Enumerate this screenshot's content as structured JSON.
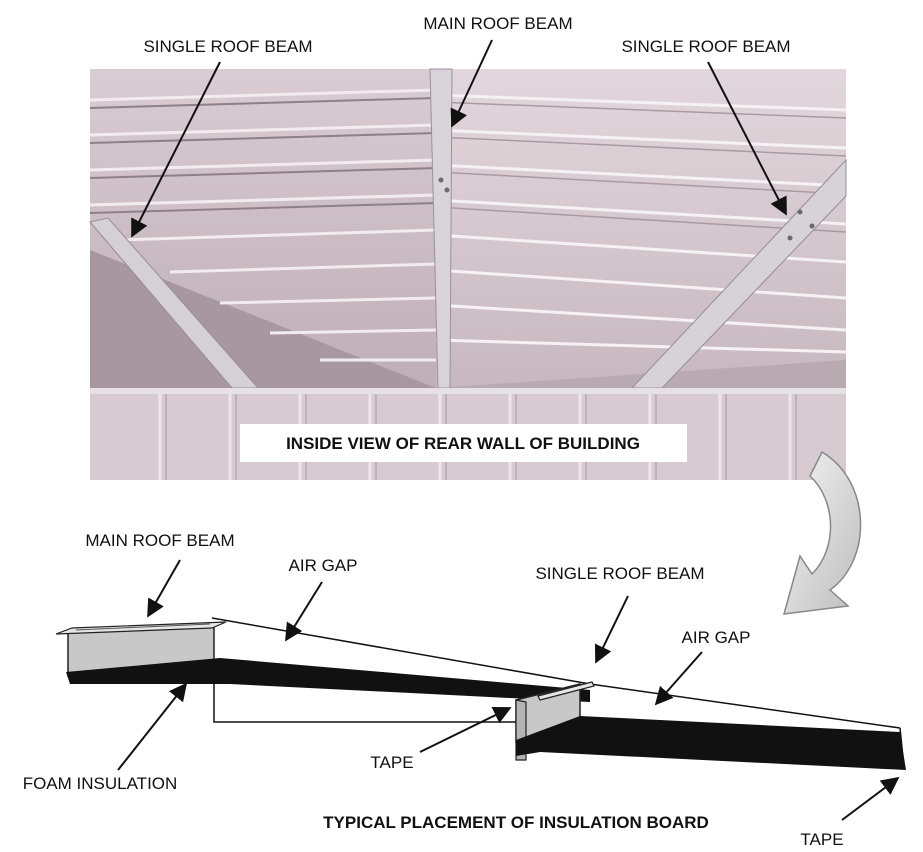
{
  "photo": {
    "caption": "INSIDE VIEW OF REAR WALL OF BUILDING",
    "labels": {
      "single_roof_beam_left": "SINGLE ROOF BEAM",
      "main_roof_beam": "MAIN ROOF BEAM",
      "single_roof_beam_right": "SINGLE ROOF BEAM"
    },
    "colors": {
      "roof_panel": "#cdbfc6",
      "roof_shadow": "#9f8f97",
      "beam": "#c9c6cc",
      "wall": "#d6c9cf"
    }
  },
  "diagram": {
    "caption": "TYPICAL PLACEMENT OF INSULATION BOARD",
    "labels": {
      "main_roof_beam": "MAIN ROOF BEAM",
      "air_gap_left": "AIR GAP",
      "single_roof_beam": "SINGLE ROOF BEAM",
      "air_gap_right": "AIR GAP",
      "tape_middle": "TAPE",
      "foam_insulation": "FOAM INSULATION",
      "tape_right": "TAPE"
    },
    "colors": {
      "foam": "#111111",
      "beam_face": "#c8c8c8",
      "arrow_fill": "#d9d9d9"
    }
  }
}
